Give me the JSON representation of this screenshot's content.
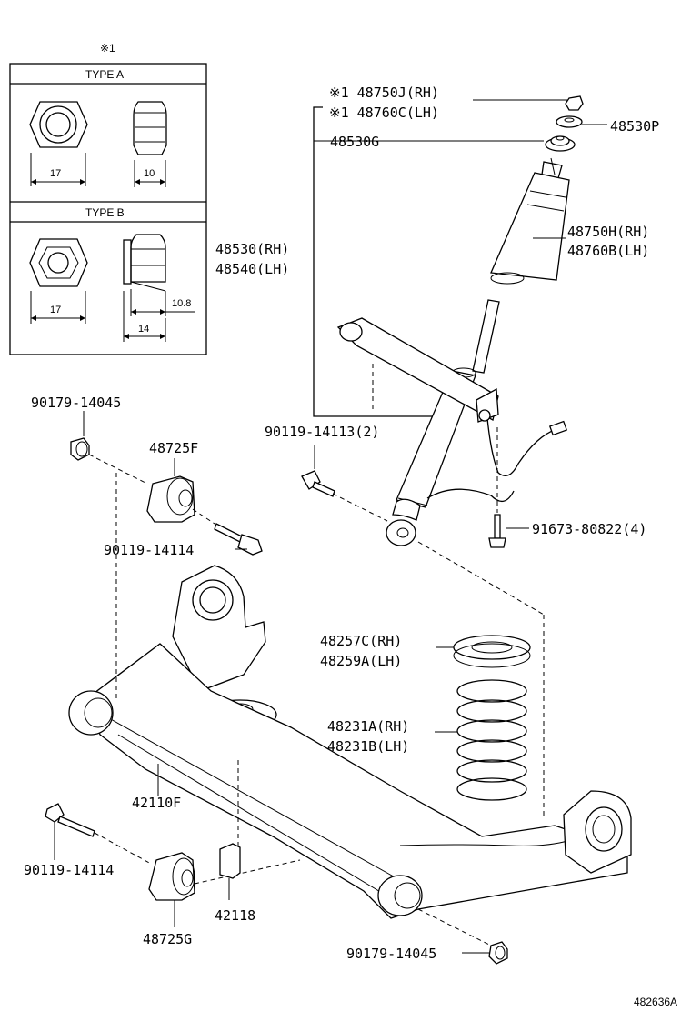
{
  "inset": {
    "note_mark": "※1",
    "type_a": {
      "title": "TYPE A",
      "dim_width": "17",
      "dim_height": "10"
    },
    "type_b": {
      "title": "TYPE B",
      "dim_width": "17",
      "dim_height": "14",
      "dim_flange": "10.8"
    }
  },
  "labels": {
    "p48750J": "※1 48750J(RH)",
    "p48760C": "※1 48760C(LH)",
    "p48530P": "48530P",
    "p48530G": "48530G",
    "p48750H": "48750H(RH)",
    "p48760B": "48760B(LH)",
    "p48530": "48530(RH)",
    "p48540": "48540(LH)",
    "p90179a": "90179-14045",
    "p48725F": "48725F",
    "p90119_14113": "90119-14113(2)",
    "p90119_14114a": "90119-14114",
    "p91673": "91673-80822(4)",
    "p48257C": "48257C(RH)",
    "p48259A": "48259A(LH)",
    "p48231A": "48231A(RH)",
    "p48231B": "48231B(LH)",
    "p42110F": "42110F",
    "p90119_14114b": "90119-14114",
    "p42118": "42118",
    "p48725G": "48725G",
    "p90179b": "90179-14045",
    "ref": "482636A"
  }
}
